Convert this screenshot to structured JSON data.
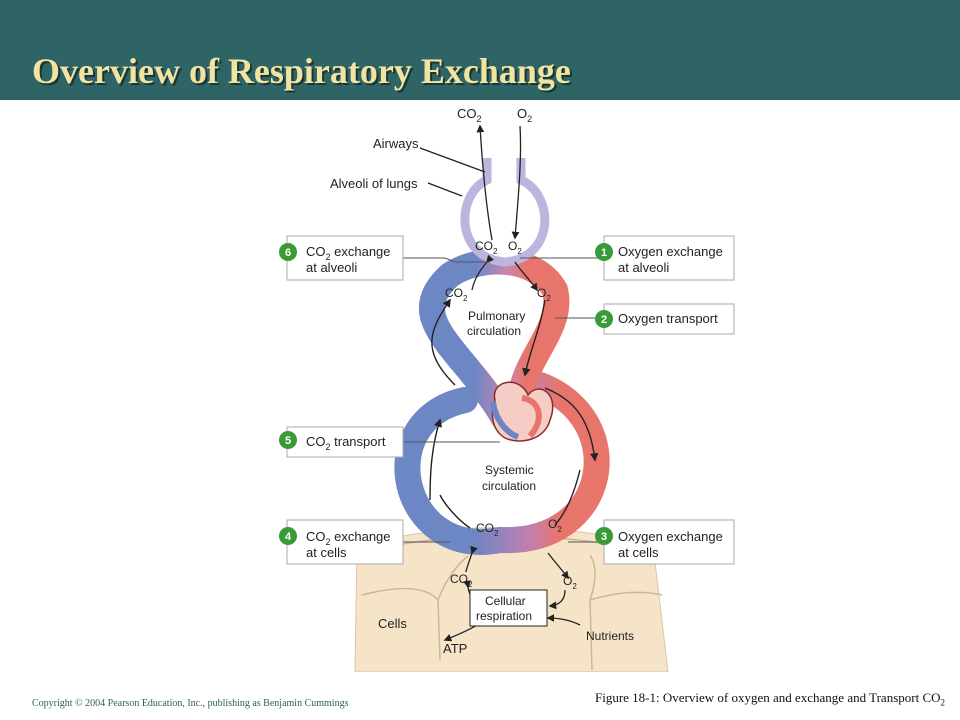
{
  "header": {
    "title": "Overview of Respiratory Exchange",
    "bg_color": "#2f6466",
    "title_color": "#f3e3a0"
  },
  "diagram": {
    "top_labels": {
      "co2": "CO",
      "co2_sub": "2",
      "o2": "O",
      "o2_sub": "2"
    },
    "airways": "Airways",
    "alveoli": "Alveoli of lungs",
    "alveolus_gases": {
      "co2": "CO",
      "co2_sub": "2",
      "o2": "O",
      "o2_sub": "2"
    },
    "steps": [
      {
        "num": "1",
        "line1": "Oxygen exchange",
        "line2": "at alveoli"
      },
      {
        "num": "2",
        "line1": "Oxygen transport",
        "line2": ""
      },
      {
        "num": "3",
        "line1": "Oxygen exchange",
        "line2": "at cells"
      },
      {
        "num": "4",
        "line1_pre": "CO",
        "line1_sub": "2",
        "line1_post": " exchange",
        "line2": "at cells"
      },
      {
        "num": "5",
        "line1_pre": "CO",
        "line1_sub": "2",
        "line1_post": " transport"
      },
      {
        "num": "6",
        "line1_pre": "CO",
        "line1_sub": "2",
        "line1_post": " exchange",
        "line2": "at alveoli"
      }
    ],
    "pulmonary": {
      "line1": "Pulmonary",
      "line2": "circulation",
      "co2": "CO",
      "co2_sub": "2",
      "o2": "O",
      "o2_sub": "2"
    },
    "systemic": {
      "line1": "Systemic",
      "line2": "circulation",
      "co2": "CO",
      "co2_sub": "2",
      "o2": "O",
      "o2_sub": "2"
    },
    "cells_area": {
      "co2": "CO",
      "co2_sub": "2",
      "o2": "O",
      "o2_sub": "2",
      "cellular_line1": "Cellular",
      "cellular_line2": "respiration",
      "cells": "Cells",
      "atp": "ATP",
      "nutrients": "Nutrients"
    },
    "colors": {
      "oxygenated": "#e8756c",
      "deoxygenated": "#6d86c4",
      "step_badge": "#3a9a3a",
      "alveolus": "#bcb6de",
      "tissue": "#f6e4c8"
    }
  },
  "footer": {
    "copyright": "Copyright © 2004 Pearson Education, Inc., publishing as Benjamin Cummings",
    "caption": "Figure 18-1: Overview of oxygen and exchange and Transport CO",
    "caption_sub": "2"
  }
}
